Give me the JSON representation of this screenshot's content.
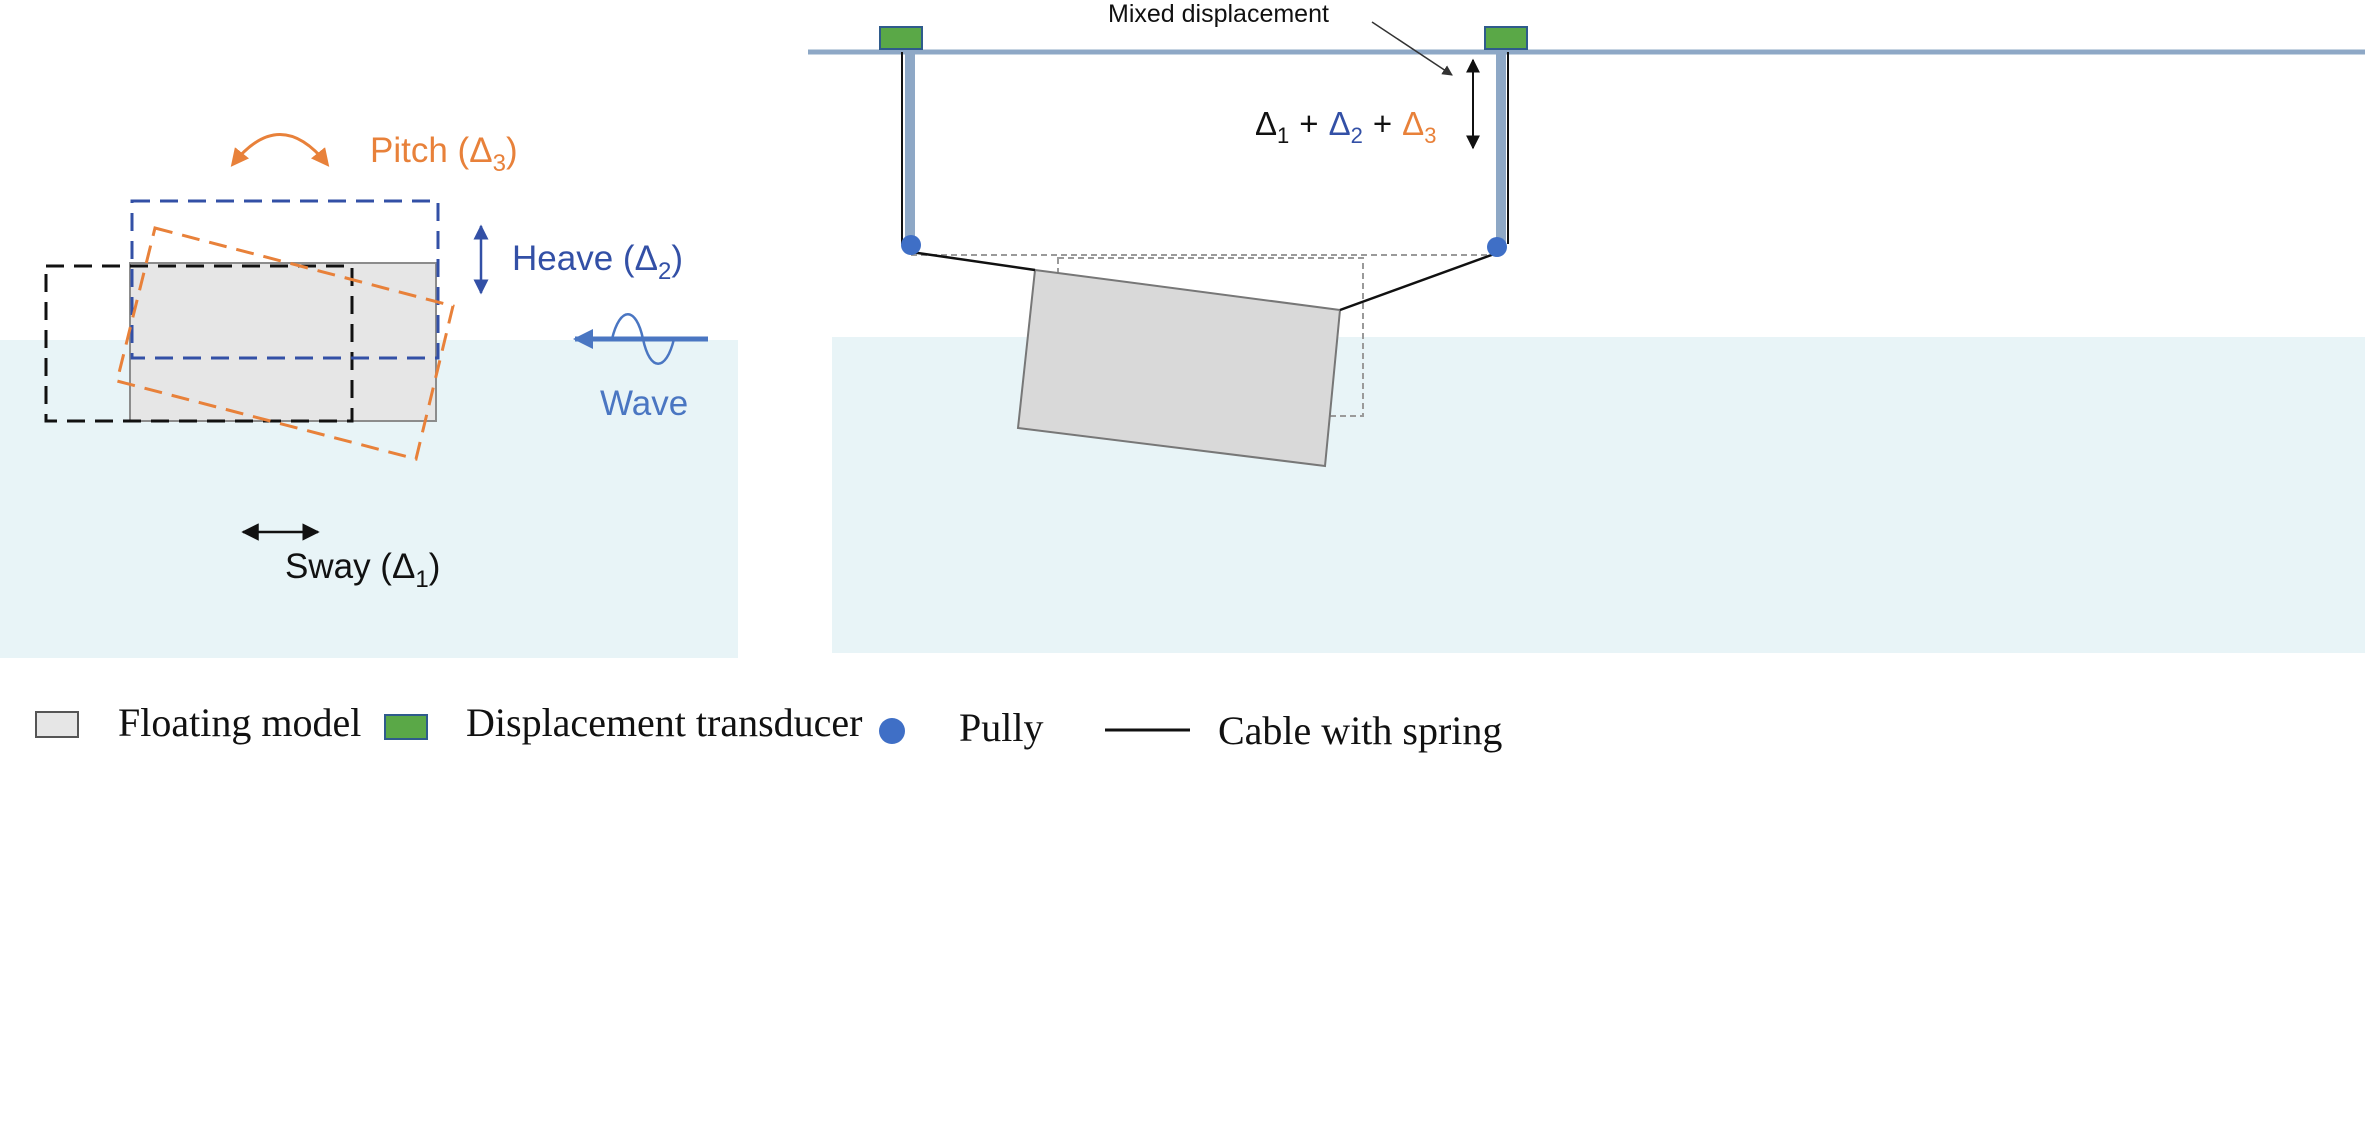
{
  "colors": {
    "water": "#e8f4f7",
    "model_fill": "#e6e6e6",
    "model_fill_right": "#d9d9d9",
    "model_stroke": "#8c8c8c",
    "sway": "#111111",
    "heave": "#3350a6",
    "pitch": "#e8813a",
    "wave": "#4a76c2",
    "transducer_fill": "#5aa847",
    "transducer_stroke": "#2f5b8c",
    "rail": "#8ea8c6",
    "pully": "#3f6fc6",
    "cable": "#111111",
    "ghost": "#9a9a9a"
  },
  "left_panel": {
    "pitch_label": "Pitch (",
    "heave_label": "Heave (",
    "sway_label": "Sway (",
    "delta_symbol": "Δ",
    "pitch_sub": "3",
    "heave_sub": "2",
    "sway_sub": "1",
    "close_paren": ")",
    "wave_label": "Wave"
  },
  "right_panel": {
    "mixed_label": "Mixed displacement",
    "delta_symbol": "Δ",
    "sub1": "1",
    "sub2": "2",
    "sub3": "3",
    "plus": "+"
  },
  "legend": {
    "items": [
      {
        "icon": "floating-model-swatch",
        "label": "Floating model"
      },
      {
        "icon": "displacement-transducer-swatch",
        "label": "Displacement transducer"
      },
      {
        "icon": "pully-dot",
        "label": "Pully"
      },
      {
        "icon": "cable-line",
        "label": "Cable with spring"
      }
    ]
  }
}
